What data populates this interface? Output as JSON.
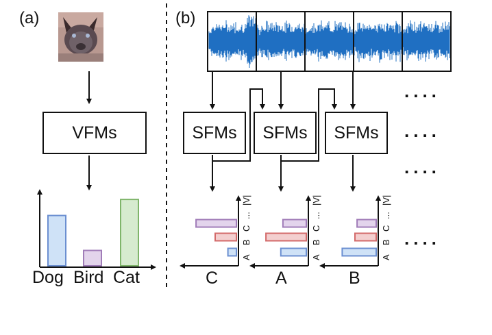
{
  "panel_a": {
    "label": "(a)",
    "model_label": "VFMs",
    "categories": [
      "Dog",
      "Bird",
      "Cat"
    ],
    "values": [
      0.72,
      0.22,
      0.95
    ],
    "colors": [
      {
        "fill": "#cfe2f7",
        "stroke": "#6b8fd1"
      },
      {
        "fill": "#e3d4ec",
        "stroke": "#a07cb8"
      },
      {
        "fill": "#d6ebcf",
        "stroke": "#7fb56b"
      }
    ]
  },
  "panel_b": {
    "label": "(b)",
    "model_label": "SFMs",
    "ellipsis": "....",
    "option_labels": [
      "A",
      "B",
      "C",
      "...",
      "|V|"
    ],
    "groups": [
      {
        "answer": "C",
        "values": {
          "A": 0.2,
          "B": 0.5,
          "C": 0.95
        }
      },
      {
        "answer": "A",
        "values": {
          "A": 0.6,
          "B": 0.95,
          "C": 0.55
        }
      },
      {
        "answer": "B",
        "values": {
          "A": 0.8,
          "B": 0.5,
          "C": 0.45
        }
      }
    ],
    "bar_colors": {
      "A": {
        "fill": "#cfe2f7",
        "stroke": "#6b8fd1"
      },
      "B": {
        "fill": "#f3cfcf",
        "stroke": "#d36a6a"
      },
      "C": {
        "fill": "#e3d4ec",
        "stroke": "#a07cb8"
      }
    },
    "waveform_color": "#1f6fc2"
  }
}
